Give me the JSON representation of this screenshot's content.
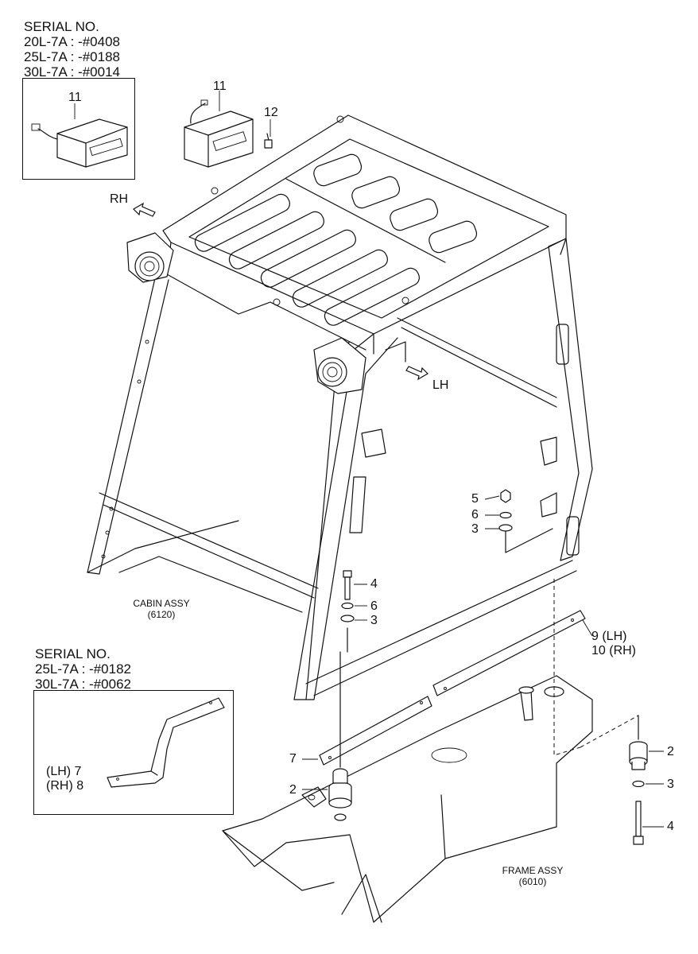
{
  "serial_top": {
    "heading": "SERIAL NO.",
    "lines": [
      "20L-7A : -#0408",
      "25L-7A : -#0188",
      "30L-7A : -#0014"
    ]
  },
  "serial_bottom": {
    "heading": "SERIAL NO.",
    "lines": [
      "25L-7A : -#0182",
      "30L-7A : -#0062"
    ]
  },
  "assemblies": {
    "cabin": {
      "name": "CABIN ASSY",
      "code": "(6120)"
    },
    "frame": {
      "name": "FRAME ASSY",
      "code": "(6010)"
    }
  },
  "directions": {
    "rh": "RH",
    "lh": "LH"
  },
  "callouts": {
    "inset_radio": "11",
    "radio": "11",
    "antenna": "12",
    "nut": "5",
    "washer_a": "6",
    "washer_b": "3",
    "bolt_front": "4",
    "washer_c": "6",
    "washer_d": "3",
    "plate_rear": "9 (LH)",
    "plate_rear_rh": "10 (RH)",
    "plate_front": "7",
    "mount_front": "2",
    "mount_right": "2",
    "washer_right": "3",
    "bolt_right": "4",
    "inset_lh": "(LH) 7",
    "inset_rh": "(RH) 8"
  }
}
